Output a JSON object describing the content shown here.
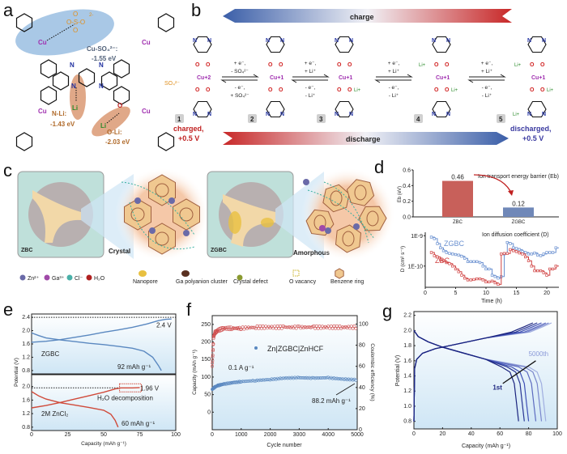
{
  "panel_labels": {
    "a": "a",
    "b": "b",
    "c": "c",
    "d": "d",
    "e": "e",
    "f": "f",
    "g": "g"
  },
  "panel_a": {
    "sulfate": "O-S-O",
    "sulfate_o": "O",
    "sulfate_charge": "2-",
    "cu": "Cu",
    "o": "O",
    "n": "N",
    "li": "Li",
    "cu_so4_label": "Cu-SO₄²⁻:",
    "cu_so4_energy": "-1.55 eV",
    "n_li_label": "N-Li:",
    "n_li_energy": "-1.43 eV",
    "o_li_label": "O-Li:",
    "o_li_energy": "-2.03 eV"
  },
  "panel_b": {
    "charge": "charge",
    "discharge": "discharge",
    "so4": "SO₄²⁻",
    "cu2": "Cu+2",
    "cu1": "Cu+1",
    "li": "Li+",
    "n": "N",
    "o": "O",
    "states": [
      "1",
      "2",
      "3",
      "4",
      "5"
    ],
    "steps": [
      {
        "fwd1": "+ e⁻,",
        "fwd2": "- SO₄²⁻",
        "rev1": "- e⁻,",
        "rev2": "+ SO₄²⁻"
      },
      {
        "fwd1": "+ e⁻,",
        "fwd2": "+ Li⁺",
        "rev1": "- e⁻,",
        "rev2": "- Li⁺"
      },
      {
        "fwd1": "+ e⁻,",
        "fwd2": "+ Li⁺",
        "rev1": "- e⁻,",
        "rev2": "- Li⁺"
      },
      {
        "fwd1": "+ e⁻,",
        "fwd2": "+ Li⁺",
        "rev1": "- e⁻,",
        "rev2": "- Li⁺"
      }
    ],
    "charged_1": "charged,",
    "charged_2": "+0.5 V",
    "discharged_1": "discharged,",
    "discharged_2": "+0.5 V"
  },
  "panel_c": {
    "zbc": "ZBC",
    "crystal": "Crystal",
    "zgbc": "ZGBC",
    "amorphous": "Amorphous",
    "legend": [
      "Zn²⁺",
      "Ga³⁺",
      "Cl⁻",
      "H₂O",
      "Nanopore",
      "Ga polyanion cluster",
      "Crystal defect",
      "O vacancy",
      "Benzene ring"
    ],
    "colors": {
      "zn": "#6a6aa8",
      "ga": "#a04aa8",
      "cl": "#4ab0a8",
      "h2o": "#b02020",
      "nanopore": "#e8c040",
      "cluster": "#5a3020",
      "defect": "#8a9a30",
      "ring": "#f0c890"
    }
  },
  "chart_data": [
    {
      "id": "d-top",
      "type": "bar",
      "title": "Ion transport energy barrier (Eb)",
      "categories": [
        "ZBC",
        "ZGBC"
      ],
      "values": [
        0.46,
        0.12
      ],
      "value_labels": [
        "0.46",
        "0.12"
      ],
      "colors": [
        "#c8605a",
        "#7088b8"
      ],
      "ylabel": "Eb (eV)",
      "ylim": [
        0,
        0.6
      ],
      "yticks": [
        0.0,
        0.2,
        0.4,
        0.6
      ],
      "ytick_labels": [
        "0.0",
        "0.2",
        "0.4",
        "0.6"
      ]
    },
    {
      "id": "d-bottom",
      "type": "line",
      "title": "Ion diffusion coefficient (D)",
      "xlabel": "Time (h)",
      "ylabel": "D (cm² s⁻¹)",
      "yscale": "log",
      "xlim": [
        0,
        22
      ],
      "ylim": [
        2e-11,
        1.3e-09
      ],
      "xticks": [
        0,
        5,
        10,
        15,
        20
      ],
      "yticks": [
        1e-09,
        1e-10
      ],
      "ytick_labels": [
        "1E-9",
        "1E-10"
      ],
      "series": [
        {
          "name": "ZGBC",
          "color": "#6a90d0",
          "x": [
            1,
            1.5,
            2,
            2.5,
            3,
            3.5,
            4,
            4.5,
            5,
            5.5,
            6,
            6.5,
            7,
            7.5,
            8,
            8.5,
            9,
            9.5,
            10,
            10.5,
            11,
            11.5,
            12,
            12.5,
            13,
            13.5,
            14,
            14.5,
            15,
            15.5,
            16,
            16.5,
            17,
            17.5,
            18,
            18.5,
            19,
            19.5,
            20,
            20.5,
            21,
            21.5
          ],
          "y": [
            9e-10,
            8e-10,
            5.5e-10,
            4e-10,
            3.2e-10,
            2.8e-10,
            2.6e-10,
            2.5e-10,
            2.4e-10,
            2.3e-10,
            2.1e-10,
            1.8e-10,
            1.4e-10,
            1.4e-10,
            1.4e-10,
            1.4e-10,
            1.3e-10,
            1e-10,
            8e-11,
            8e-11,
            5e-11,
            4.5e-11,
            4e-11,
            4.5e-11,
            2.5e-10,
            6e-10,
            5.5e-10,
            4e-10,
            3.8e-10,
            3.5e-10,
            3e-10,
            2.8e-10,
            2.5e-10,
            2.5e-10,
            2.7e-10,
            2.3e-10,
            2.2e-10,
            2.5e-10,
            2.8e-10,
            2.8e-10,
            2.8e-10,
            4e-10
          ]
        },
        {
          "name": "ZBC",
          "color": "#d04040",
          "x": [
            1,
            1.5,
            2,
            2.5,
            3,
            3.5,
            4,
            4.5,
            5,
            5.5,
            6,
            6.5,
            7,
            7.5,
            8,
            8.5,
            9,
            9.5,
            10,
            10.5,
            11,
            11.5,
            12,
            12.5,
            13,
            13.5,
            14,
            14.5,
            15,
            15.5,
            16,
            16.5,
            17,
            17.5,
            18,
            18.5,
            19,
            19.5,
            20,
            20.5,
            21,
            21.5
          ],
          "y": [
            2.8e-10,
            2.2e-10,
            2e-10,
            1.6e-10,
            1.5e-10,
            1.3e-10,
            1.2e-10,
            1e-10,
            8e-11,
            6.5e-11,
            5e-11,
            4e-11,
            3.5e-11,
            3.5e-11,
            3.6e-11,
            3.8e-11,
            3.8e-11,
            3.5e-11,
            3e-11,
            3e-11,
            3.2e-11,
            2.8e-11,
            2.5e-11,
            2.5e-10,
            2.6e-10,
            2.6e-10,
            3.5e-10,
            3.2e-10,
            3e-10,
            2.7e-10,
            2.5e-10,
            2e-10,
            1.5e-10,
            1e-10,
            7e-11,
            7e-11,
            7e-11,
            6e-11,
            5e-11,
            8e-11,
            8e-11,
            1e-10
          ]
        }
      ]
    },
    {
      "id": "e",
      "type": "line",
      "xlabel": "Capacity (mAh g⁻¹)",
      "ylabel": "Potential (V)",
      "xlim": [
        0,
        100
      ],
      "xticks": [
        0,
        25,
        50,
        75,
        100
      ],
      "ylim": [
        0.7,
        2.5
      ],
      "yticks": [
        0.8,
        1.2,
        1.6,
        2.0,
        2.4
      ],
      "ytick_labels": [
        "0.8",
        "1.2",
        "1.6",
        "2.0",
        "2.4"
      ],
      "subplots": [
        {
          "name": "ZGBC",
          "color": "#5a88c0",
          "cutoff": 2.4,
          "cutoff_label": "2.4 V",
          "capacity_label": "92 mAh g⁻¹",
          "charge": {
            "x": [
              0,
              10,
              20,
              30,
              40,
              50,
              60,
              70,
              80,
              88,
              93,
              97
            ],
            "y": [
              1.65,
              1.68,
              1.73,
              1.8,
              1.87,
              1.95,
              2.02,
              2.1,
              2.2,
              2.3,
              2.34,
              2.35
            ]
          },
          "discharge": {
            "x": [
              0,
              5,
              10,
              20,
              30,
              40,
              50,
              60,
              70,
              78,
              84,
              88,
              90
            ],
            "y": [
              1.93,
              1.85,
              1.78,
              1.72,
              1.67,
              1.62,
              1.58,
              1.53,
              1.47,
              1.38,
              1.2,
              0.95,
              0.8
            ]
          }
        },
        {
          "name": "2M ZnCl₂",
          "color": "#d04a3a",
          "cutoff": 1.96,
          "cutoff_label": "1.96 V",
          "capacity_label": "60 mAh g⁻¹",
          "annotation": "H₂O decomposition",
          "charge": {
            "x": [
              0,
              10,
              20,
              30,
              40,
              50,
              58,
              62,
              66,
              70,
              75
            ],
            "y": [
              1.37,
              1.44,
              1.53,
              1.63,
              1.73,
              1.83,
              1.93,
              1.96,
              1.96,
              1.96,
              1.97
            ]
          },
          "discharge": {
            "x": [
              0,
              5,
              10,
              20,
              30,
              40,
              50,
              55,
              58,
              60
            ],
            "y": [
              1.85,
              1.72,
              1.63,
              1.52,
              1.45,
              1.38,
              1.3,
              1.18,
              1.0,
              0.8
            ]
          }
        }
      ]
    },
    {
      "id": "f",
      "type": "scatter",
      "legend": "Zn|ZGBC|ZnHCF",
      "annotation_rate": "0.1 A g⁻¹",
      "annotation_capacity": "88.2 mAh g⁻¹",
      "xlabel": "Cycle number",
      "ylabel": "Capacity (mAh g⁻¹)",
      "y2label": "Coulombic efficiency (%)",
      "xlim": [
        0,
        5000
      ],
      "xticks": [
        0,
        1000,
        2000,
        3000,
        4000,
        5000
      ],
      "ylim": [
        -50,
        275
      ],
      "yticks": [
        0,
        50,
        100,
        150,
        200,
        250
      ],
      "y2lim": [
        0,
        108
      ],
      "y2ticks": [
        0,
        20,
        40,
        60,
        80,
        100
      ],
      "series": [
        {
          "name": "Capacity",
          "axis": "left",
          "color": "#5a88c0",
          "x": [
            0,
            100,
            200,
            400,
            700,
            1000,
            1500,
            2000,
            2500,
            3000,
            3500,
            4000,
            4500,
            5000
          ],
          "y": [
            65,
            72,
            76,
            80,
            84,
            87,
            90,
            93,
            97,
            98,
            97,
            98,
            94,
            92
          ]
        },
        {
          "name": "Coulombic efficiency",
          "axis": "right",
          "color": "#d05050",
          "x": [
            0,
            50,
            100,
            200,
            400,
            700,
            1000,
            1500,
            2000,
            2500,
            3000,
            3500,
            4000,
            4500,
            5000
          ],
          "y": [
            60,
            88,
            92,
            94,
            96,
            96,
            96,
            97,
            97,
            97,
            97,
            97,
            97,
            97,
            97
          ]
        }
      ]
    },
    {
      "id": "g",
      "type": "line",
      "xlabel": "Capacity (mAh g⁻¹)",
      "ylabel": "Potential (V)",
      "xlim": [
        0,
        100
      ],
      "xticks": [
        0,
        20,
        40,
        60,
        80,
        100
      ],
      "ylim": [
        0.7,
        2.25
      ],
      "yticks": [
        0.8,
        1.0,
        1.2,
        1.4,
        1.6,
        1.8,
        2.0,
        2.2
      ],
      "ytick_labels": [
        "0.8",
        "1.0",
        "1.2",
        "1.4",
        "1.6",
        "1.8",
        "2.0",
        "2.2"
      ],
      "annotation_first": "1st",
      "annotation_last": "5000th",
      "cycles": [
        {
          "color": "#1a237e",
          "discharge_end": 73,
          "charge_end": 83
        },
        {
          "color": "#283593",
          "discharge_end": 77,
          "charge_end": 86
        },
        {
          "color": "#3f51b5",
          "discharge_end": 80,
          "charge_end": 89
        },
        {
          "color": "#5c6bc0",
          "discharge_end": 85,
          "charge_end": 92
        },
        {
          "color": "#7986cb",
          "discharge_end": 89,
          "charge_end": 94
        },
        {
          "color": "#a0aee0",
          "discharge_end": 92,
          "charge_end": 96
        }
      ]
    }
  ]
}
